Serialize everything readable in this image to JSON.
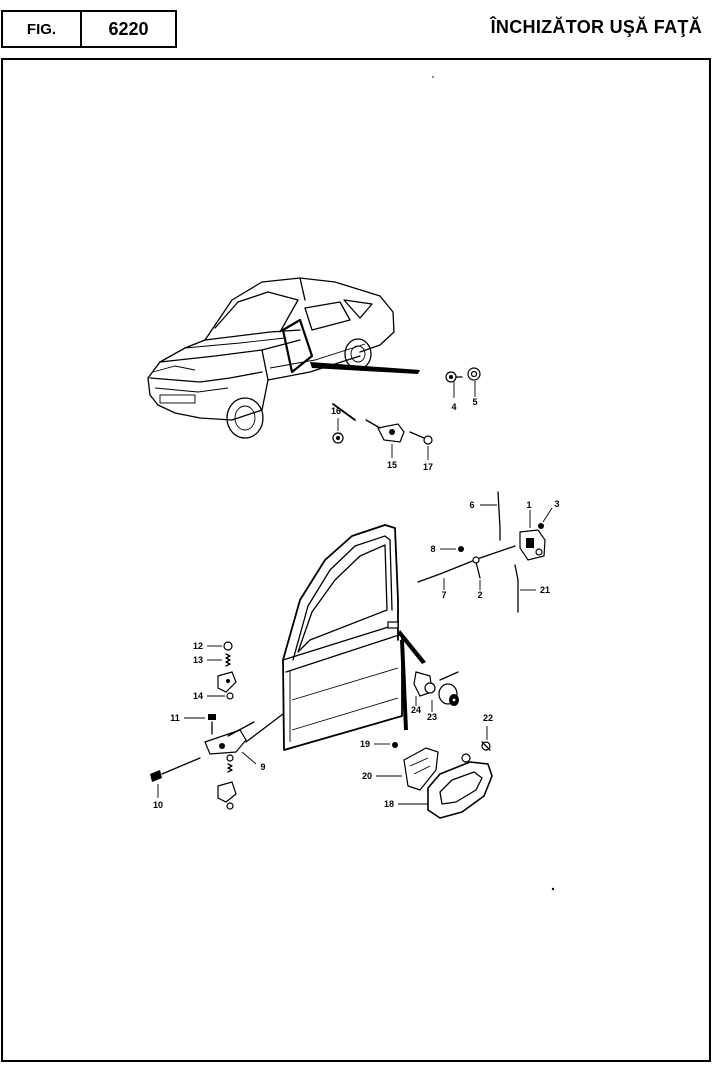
{
  "header": {
    "fig_label": "FIG.",
    "fig_number": "6220",
    "title": "ÎNCHIZĂTOR UŞĂ FAŢĂ"
  },
  "callouts": {
    "c1": "1",
    "c2": "2",
    "c3": "3",
    "c4": "4",
    "c5": "5",
    "c6": "6",
    "c7": "7",
    "c8": "8",
    "c9": "9",
    "c10": "10",
    "c11": "11",
    "c12": "12",
    "c13": "13",
    "c14": "14",
    "c15": "15",
    "c16": "16",
    "c17": "17",
    "c18": "18",
    "c19": "19",
    "c20": "20",
    "c21": "21",
    "c22": "22",
    "c23": "23",
    "c24": "24"
  }
}
